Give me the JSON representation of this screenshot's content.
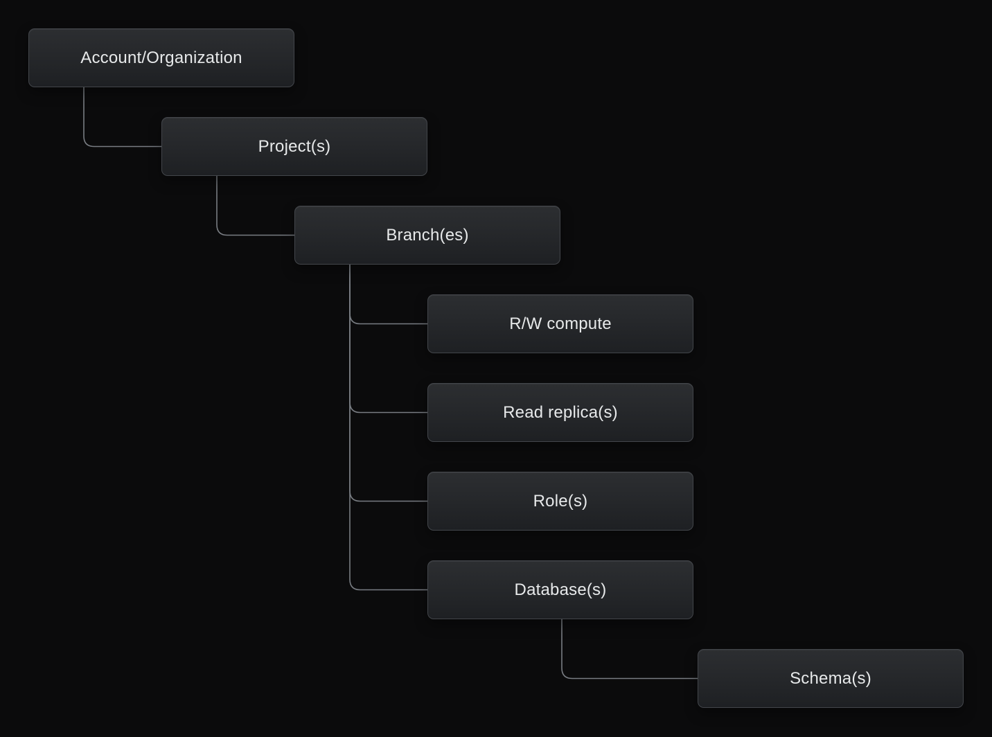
{
  "diagram": {
    "type": "hierarchy-tree",
    "nodes": [
      {
        "id": "account",
        "label": "Account/Organization"
      },
      {
        "id": "projects",
        "label": "Project(s)"
      },
      {
        "id": "branches",
        "label": "Branch(es)"
      },
      {
        "id": "rw-compute",
        "label": "R/W compute"
      },
      {
        "id": "read-replicas",
        "label": "Read replica(s)"
      },
      {
        "id": "roles",
        "label": "Role(s)"
      },
      {
        "id": "databases",
        "label": "Database(s)"
      },
      {
        "id": "schemas",
        "label": "Schema(s)"
      }
    ],
    "edges": [
      {
        "from": "account",
        "to": "projects"
      },
      {
        "from": "projects",
        "to": "branches"
      },
      {
        "from": "branches",
        "to": "rw-compute"
      },
      {
        "from": "branches",
        "to": "read-replicas"
      },
      {
        "from": "branches",
        "to": "roles"
      },
      {
        "from": "branches",
        "to": "databases"
      },
      {
        "from": "databases",
        "to": "schemas"
      }
    ],
    "colors": {
      "background": "#0b0b0c",
      "node_fill_top": "#2c2e31",
      "node_fill_bottom": "#1e2023",
      "node_border": "#43464b",
      "connector": "#797d83",
      "text": "#e7e9ea"
    }
  }
}
